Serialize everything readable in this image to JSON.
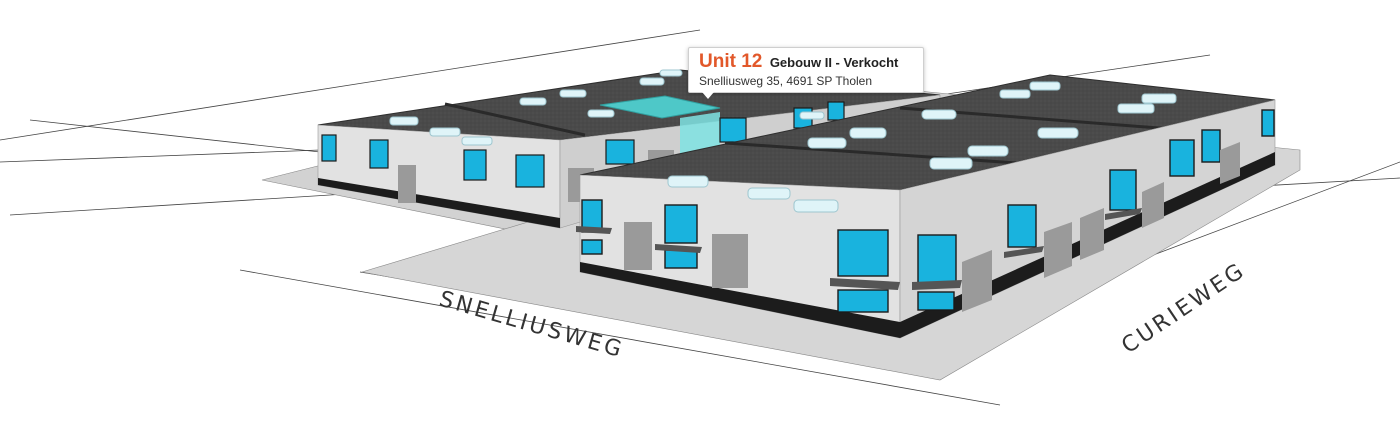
{
  "tooltip": {
    "unit": "Unit 12",
    "status": "Gebouw II - Verkocht",
    "address": "Snelliusweg 35, 4691 SP  Tholen"
  },
  "streets": {
    "snelliusweg": "SNELLIUSWEG",
    "curieweg": "CURIEWEG"
  },
  "colors": {
    "roof": "#4a4a4a",
    "wall": "#e2e2e2",
    "wall_side": "#cfcfcf",
    "glass": "#19b3de",
    "ground": "#d6d6d6",
    "highlight": "#4fd6d6",
    "accent": "#e2582a"
  }
}
